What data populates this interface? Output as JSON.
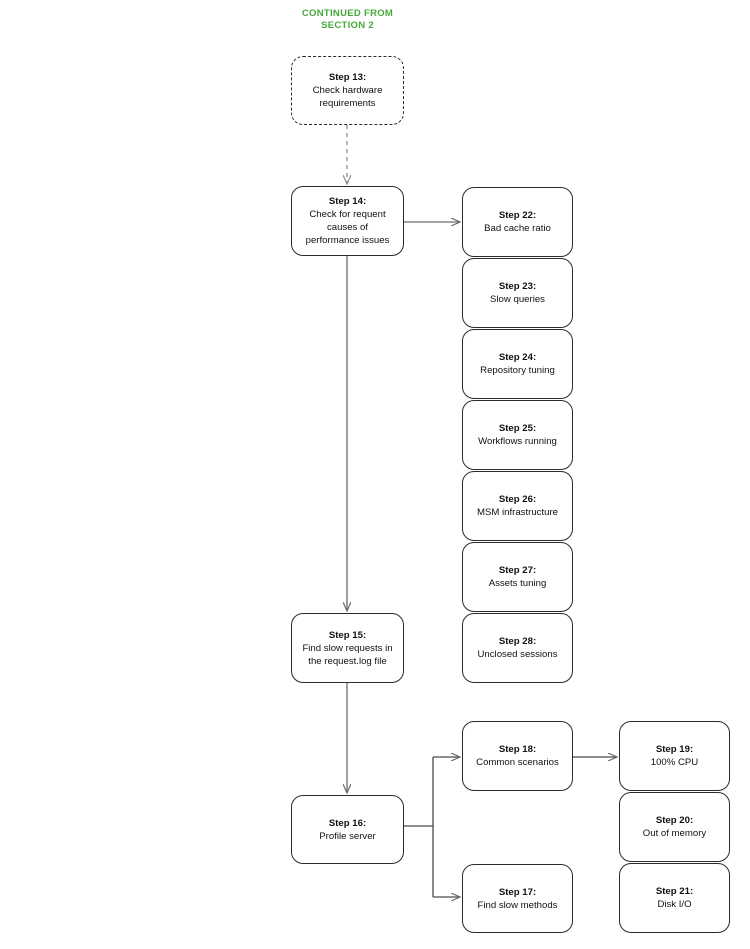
{
  "diagram": {
    "title_note": "CONTINUED FROM SECTION 2",
    "colors": {
      "note_green": "#45a838",
      "node_border": "#2b2b2b",
      "edge": "#6b6b6b",
      "background": "#ffffff"
    }
  },
  "nodes": [
    {
      "id": "step13",
      "title": "Step 13:",
      "desc": "Check hardware\nrequirements",
      "style": "dashed"
    },
    {
      "id": "step14",
      "title": "Step 14:",
      "desc": "Check for requent\ncauses of\nperformance issues",
      "style": "solid"
    },
    {
      "id": "step15",
      "title": "Step 15:",
      "desc": "Find slow requests in\nthe request.log file",
      "style": "solid"
    },
    {
      "id": "step16",
      "title": "Step 16:",
      "desc": "Profile server",
      "style": "solid"
    },
    {
      "id": "step17",
      "title": "Step 17:",
      "desc": "Find slow methods",
      "style": "solid"
    },
    {
      "id": "step18",
      "title": "Step 18:",
      "desc": "Common scenarios",
      "style": "solid"
    },
    {
      "id": "step19",
      "title": "Step 19:",
      "desc": "100% CPU",
      "style": "solid"
    },
    {
      "id": "step20",
      "title": "Step 20:",
      "desc": "Out of memory",
      "style": "solid"
    },
    {
      "id": "step21",
      "title": "Step 21:",
      "desc": "Disk I/O",
      "style": "solid"
    },
    {
      "id": "step22",
      "title": "Step 22:",
      "desc": "Bad cache ratio",
      "style": "solid"
    },
    {
      "id": "step23",
      "title": "Step 23:",
      "desc": "Slow queries",
      "style": "solid"
    },
    {
      "id": "step24",
      "title": "Step 24:",
      "desc": "Repository tuning",
      "style": "solid"
    },
    {
      "id": "step25",
      "title": "Step 25:",
      "desc": "Workflows running",
      "style": "solid"
    },
    {
      "id": "step26",
      "title": "Step 26:",
      "desc": "MSM infrastructure",
      "style": "solid"
    },
    {
      "id": "step27",
      "title": "Step 27:",
      "desc": "Assets tuning",
      "style": "solid"
    },
    {
      "id": "step28",
      "title": "Step 28:",
      "desc": "Unclosed sessions",
      "style": "solid"
    }
  ],
  "edges": [
    {
      "from": "step13",
      "to": "step14",
      "style": "dashed"
    },
    {
      "from": "step14",
      "to": "step22",
      "style": "solid"
    },
    {
      "from": "step14",
      "to": "step15",
      "style": "solid"
    },
    {
      "from": "step15",
      "to": "step16",
      "style": "solid"
    },
    {
      "from": "step16",
      "to": "step18",
      "style": "solid"
    },
    {
      "from": "step16",
      "to": "step17",
      "style": "solid"
    },
    {
      "from": "step18",
      "to": "step19",
      "style": "solid"
    }
  ]
}
